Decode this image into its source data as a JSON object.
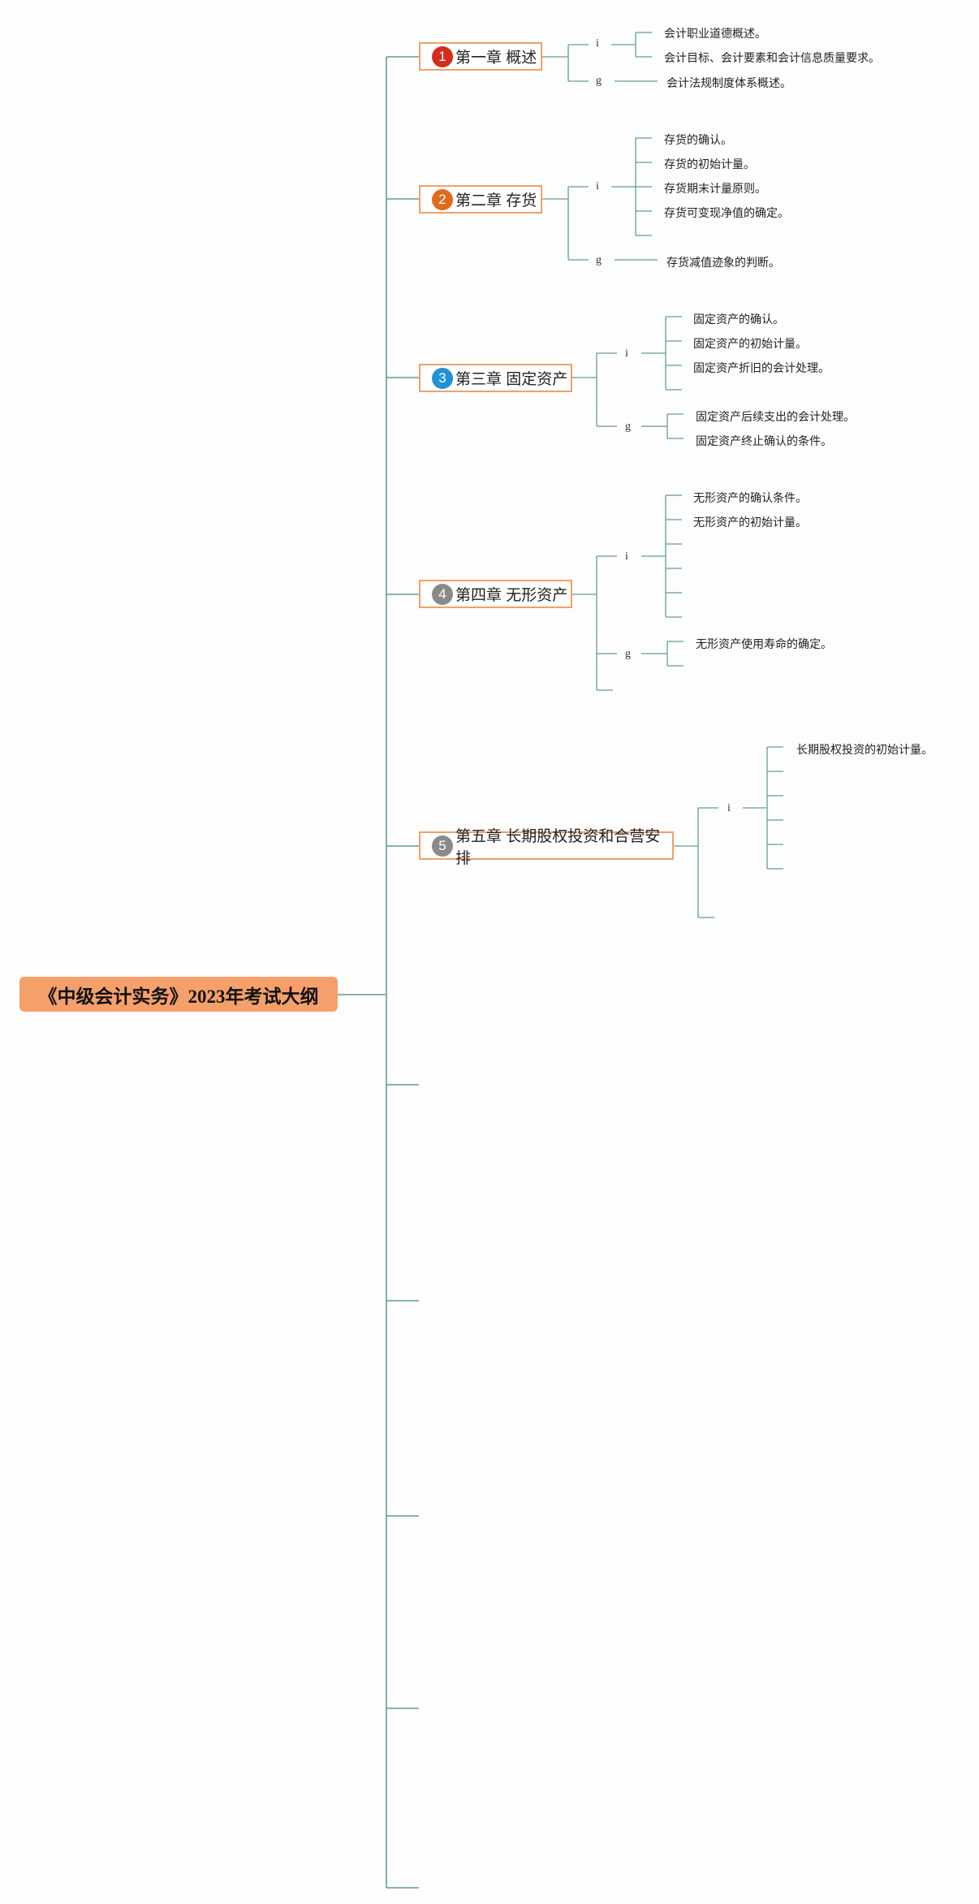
{
  "root": {
    "title": "《中级会计实务》2023年考试大纲"
  },
  "colors": {
    "line": "#5f9f8f",
    "node_border": "#f0a06a",
    "root_fill": "#f5a06a"
  },
  "chapters": [
    {
      "num": "1",
      "title": "第一章 概述",
      "badge_color": "#d42d1c",
      "groups": [
        {
          "mark": "i",
          "items": [
            "会计职业道德概述。",
            "会计目标、会计要素和会计信息质量要求。"
          ]
        },
        {
          "mark": "g",
          "items": [
            "会计法规制度体系概述。"
          ]
        }
      ]
    },
    {
      "num": "2",
      "title": "第二章 存货",
      "badge_color": "#e06a1a",
      "groups": [
        {
          "mark": "i",
          "items": [
            "存货的确认。",
            "存货的初始计量。",
            "存货期末计量原则。",
            "存货可变现净值的确定。",
            ""
          ]
        },
        {
          "mark": "g",
          "items": [
            "存货减值迹象的判断。"
          ]
        }
      ]
    },
    {
      "num": "3",
      "title": "第三章 固定资产",
      "badge_color": "#1f93d6",
      "groups": [
        {
          "mark": "i",
          "items": [
            "固定资产的确认。",
            "固定资产的初始计量。",
            "固定资产折旧的会计处理。",
            ""
          ]
        },
        {
          "mark": "g",
          "items": [
            "固定资产后续支出的会计处理。",
            "固定资产终止确认的条件。"
          ]
        }
      ]
    },
    {
      "num": "4",
      "title": "第四章 无形资产",
      "badge_color": "#8a8a8a",
      "groups": [
        {
          "mark": "i",
          "items": [
            "无形资产的确认条件。",
            "无形资产的初始计量。",
            "",
            "",
            "",
            ""
          ]
        },
        {
          "mark": "g",
          "items": [
            "无形资产使用寿命的确定。",
            ""
          ]
        },
        {
          "mark": "",
          "items": []
        }
      ]
    },
    {
      "num": "5",
      "title": "第五章 长期股权投资和合营安排",
      "badge_color": "#8a8a8a",
      "groups": [
        {
          "mark": "i",
          "items": [
            "长期股权投资的初始计量。",
            "",
            "",
            "",
            "",
            ""
          ]
        },
        {
          "mark": "",
          "items": []
        }
      ]
    }
  ]
}
